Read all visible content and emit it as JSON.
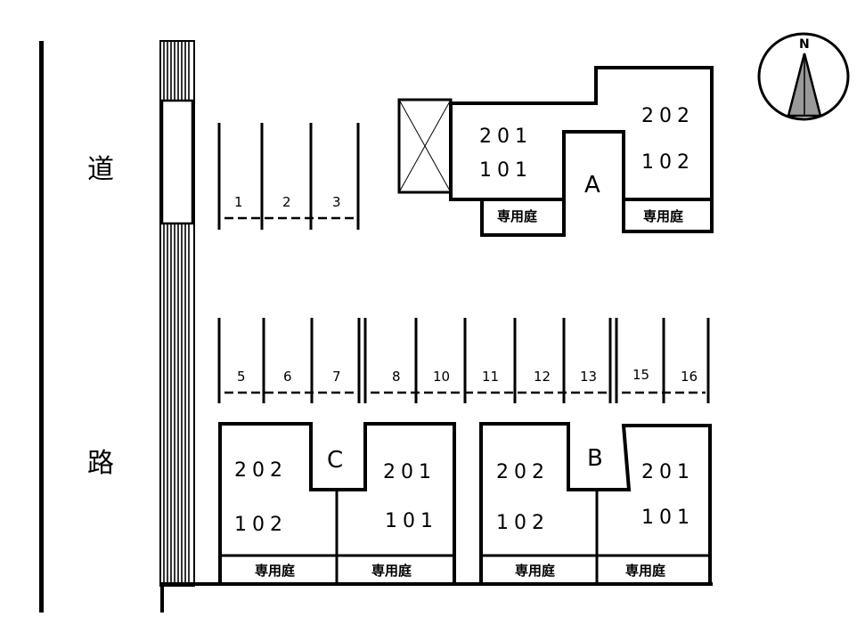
{
  "road": {
    "char_top": "道",
    "char_bottom": "路"
  },
  "compass": {
    "north_label": "N"
  },
  "parking": {
    "top_row": [
      "1",
      "2",
      "3"
    ],
    "bottom_row": [
      "5",
      "6",
      "7",
      "8",
      "10",
      "11",
      "12",
      "13",
      "15",
      "16"
    ]
  },
  "building_a": {
    "label": "A",
    "unit_left_upper": "201",
    "unit_left_lower": "101",
    "unit_right_upper": "202",
    "unit_right_lower": "102",
    "garden_left": "専用庭",
    "garden_right": "専用庭"
  },
  "building_b": {
    "label": "B",
    "unit_left_upper": "202",
    "unit_left_lower": "102",
    "unit_right_upper": "201",
    "unit_right_lower": "101",
    "garden_left": "専用庭",
    "garden_right": "専用庭"
  },
  "building_c": {
    "label": "C",
    "unit_left_upper": "202",
    "unit_left_lower": "102",
    "unit_right_upper": "201",
    "unit_right_lower": "101",
    "garden_left": "専用庭",
    "garden_right": "専用庭"
  },
  "colors": {
    "line": "#000000",
    "compass_fill": "#9a9a9a",
    "background": "#ffffff"
  }
}
